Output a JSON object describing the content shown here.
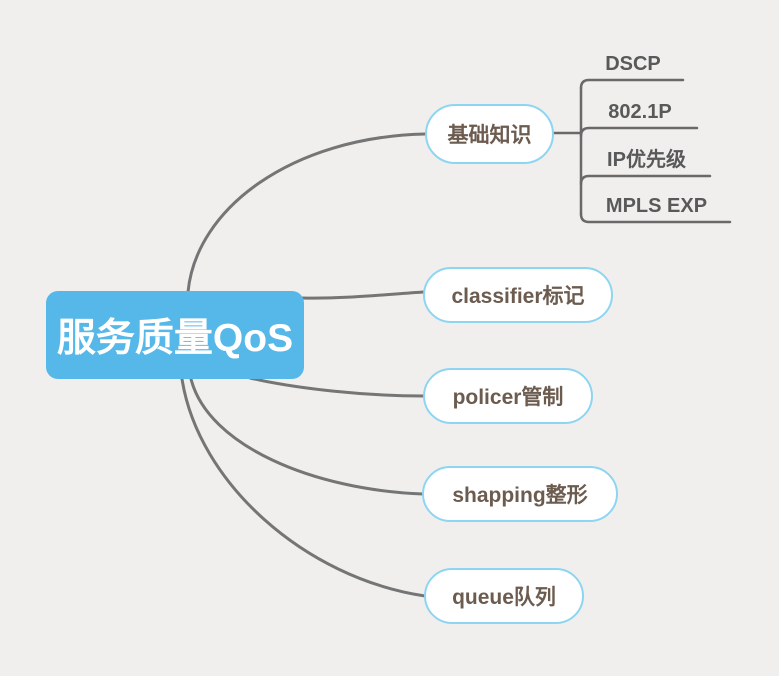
{
  "colors": {
    "background": "#f0efee",
    "root_fill": "#56b8e9",
    "root_text": "#ffffff",
    "branch_border": "#8dd5f1",
    "branch_fill": "#ffffff",
    "branch_text": "#6c5b4f",
    "connector": "#757575",
    "bracket": "#696969",
    "subtopic_text": "#595959"
  },
  "mindmap": {
    "root": {
      "label": "服务质量QoS"
    },
    "branches": [
      {
        "label": "基础知识",
        "subtopics": [
          "DSCP",
          "802.1P",
          "IP优先级",
          "MPLS EXP"
        ]
      },
      {
        "label": "classifier标记",
        "subtopics": []
      },
      {
        "label": "policer管制",
        "subtopics": []
      },
      {
        "label": "shapping整形",
        "subtopics": []
      },
      {
        "label": "queue队列",
        "subtopics": []
      }
    ]
  }
}
